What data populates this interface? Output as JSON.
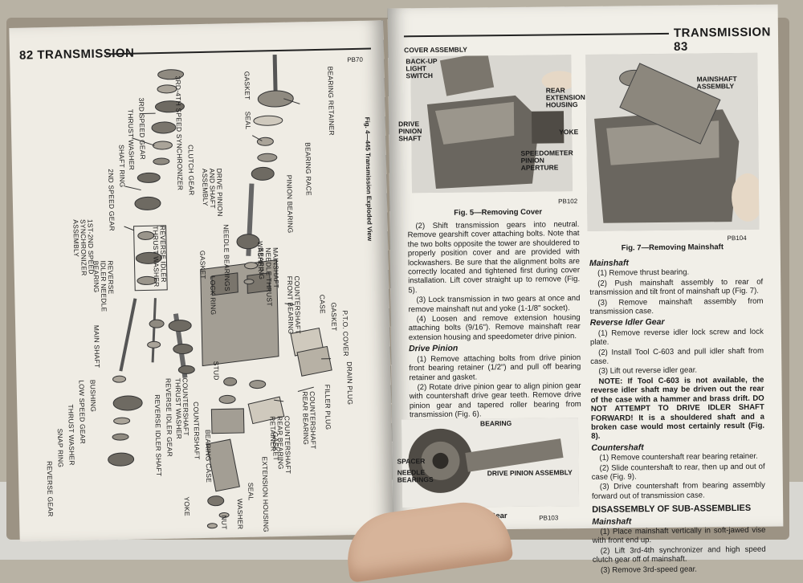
{
  "left_page": {
    "header": "82 TRANSMISSION",
    "diagram_code": "PB70",
    "figure_caption": "Fig. 4—445 Transmission Exploded View",
    "labels": [
      "3RD-4TH SPEED SYNCHRONIZER",
      "3RD SPEED GEAR",
      "THRUST WASHER",
      "SHAFT RING",
      "2ND SPEED GEAR",
      "1ST-2ND SPEED SYNCHRONIZER ASSEMBLY",
      "REVERSE IDLER NEEDLE BEARING",
      "MAIN SHAFT",
      "BUSHING",
      "LOW SPEED GEAR",
      "THRUST WASHER",
      "SNAP RING",
      "REVERSE GEAR",
      "REVERSE IDLER SHAFT",
      "REVERSE IDLER GEAR",
      "REVERSE IDLER THRUST WASHER",
      "COUNTERSHAFT THRUST WASHER",
      "CLUTCH GEAR",
      "NEEDLE BEARINGS",
      "LOCK RING",
      "GASKET",
      "COUNTERSHAFT",
      "BEARING CASE",
      "STUD",
      "YOKE",
      "NUT",
      "WASHER",
      "SEAL",
      "EXTENSION HOUSING",
      "GASKET",
      "COUNTERSHAFT REAR BEARING RETAINER",
      "COUNTERSHAFT REAR BEARING",
      "FILLER PLUG",
      "DRAIN PLUG",
      "P.T.O. COVER",
      "GASKET",
      "CASE",
      "COUNTERSHAFT FRONT BEARING",
      "MAINSHAFT NEEDLE THRUST BEARING",
      "WASHER",
      "DRIVE PINION AND SHAFT ASSEMBLY",
      "PINION BEARING",
      "BEARING RACE",
      "SEAL",
      "GASKET",
      "BEARING RETAINER"
    ]
  },
  "right_page": {
    "header": "TRANSMISSION 83",
    "fig5": {
      "caption": "Fig. 5—Removing Cover",
      "code": "PB102",
      "callouts": [
        "COVER ASSEMBLY",
        "BACK-UP LIGHT SWITCH",
        "REAR EXTENSION HOUSING",
        "DRIVE PINION SHAFT",
        "YOKE",
        "SPEEDOMETER PINION APERTURE"
      ]
    },
    "fig7": {
      "caption": "Fig. 7—Removing Mainshaft",
      "code": "PB104",
      "callouts": [
        "MAINSHAFT ASSEMBLY"
      ]
    },
    "fig6": {
      "caption": "Fig. 6—Drive Gear",
      "code": "PB103",
      "callouts": [
        "BEARING",
        "SPACER",
        "NEEDLE BEARINGS",
        "DRIVE PINION ASSEMBLY"
      ]
    },
    "col1": {
      "p1": "(2) Shift transmission gears into neutral. Remove gearshift cover attaching bolts. Note that the two bolts opposite the tower are shouldered to properly position cover and are provided with lockwashers. Be sure that the alignment bolts are correctly located and tightened first during cover installation. Lift cover straight up to remove (Fig. 5).",
      "p2": "(3) Lock transmission in two gears at once and remove mainshaft nut and yoke (1-1/8\" socket).",
      "p3": "(4) Loosen and remove extension housing attaching bolts (9/16\"). Remove mainshaft rear extension housing and speedometer drive pinion.",
      "h_drive": "Drive Pinion",
      "p4": "(1) Remove attaching bolts from drive pinion front bearing retainer (1/2\") and pull off bearing retainer and gasket.",
      "p5": "(2) Rotate drive pinion gear to align pinion gear with countershaft drive gear teeth. Remove drive pinion gear and tapered roller bearing from transmission (Fig. 6)."
    },
    "col2": {
      "h_main": "Mainshaft",
      "m1": "(1) Remove thrust bearing.",
      "m2": "(2) Push mainshaft assembly to rear of transmission and tilt front of mainshaft up (Fig. 7).",
      "m3": "(3) Remove mainshaft assembly from transmission case.",
      "h_idler": "Reverse Idler Gear",
      "r1": "(1) Remove reverse idler lock screw and lock plate.",
      "r2": "(2) Install Tool C-603 and pull idler shaft from case.",
      "r3": "(3) Lift out reverse idler gear.",
      "note": "NOTE: If Tool C-603 is not available, the reverse idler shaft may be driven out the rear of the case with a hammer and brass drift. DO NOT ATTEMPT TO DRIVE IDLER SHAFT FORWARD! It is a shouldered shaft and a broken case would most certainly result (Fig. 8).",
      "h_counter": "Countershaft",
      "c1": "(1) Remove countershaft rear bearing retainer.",
      "c2": "(2) Slide countershaft to rear, then up and out of case (Fig. 9).",
      "c3": "(3) Drive countershaft from bearing assembly forward out of transmission case.",
      "h_disassembly": "DISASSEMBLY OF SUB-ASSEMBLIES",
      "h_main2": "Mainshaft",
      "d1": "(1) Place mainshaft vertically in soft-jawed vise with front end up.",
      "d2": "(2) Lift 3rd-4th synchronizer and high speed clutch gear off of mainshaft.",
      "d3": "(3) Remove 3rd-speed gear."
    }
  }
}
